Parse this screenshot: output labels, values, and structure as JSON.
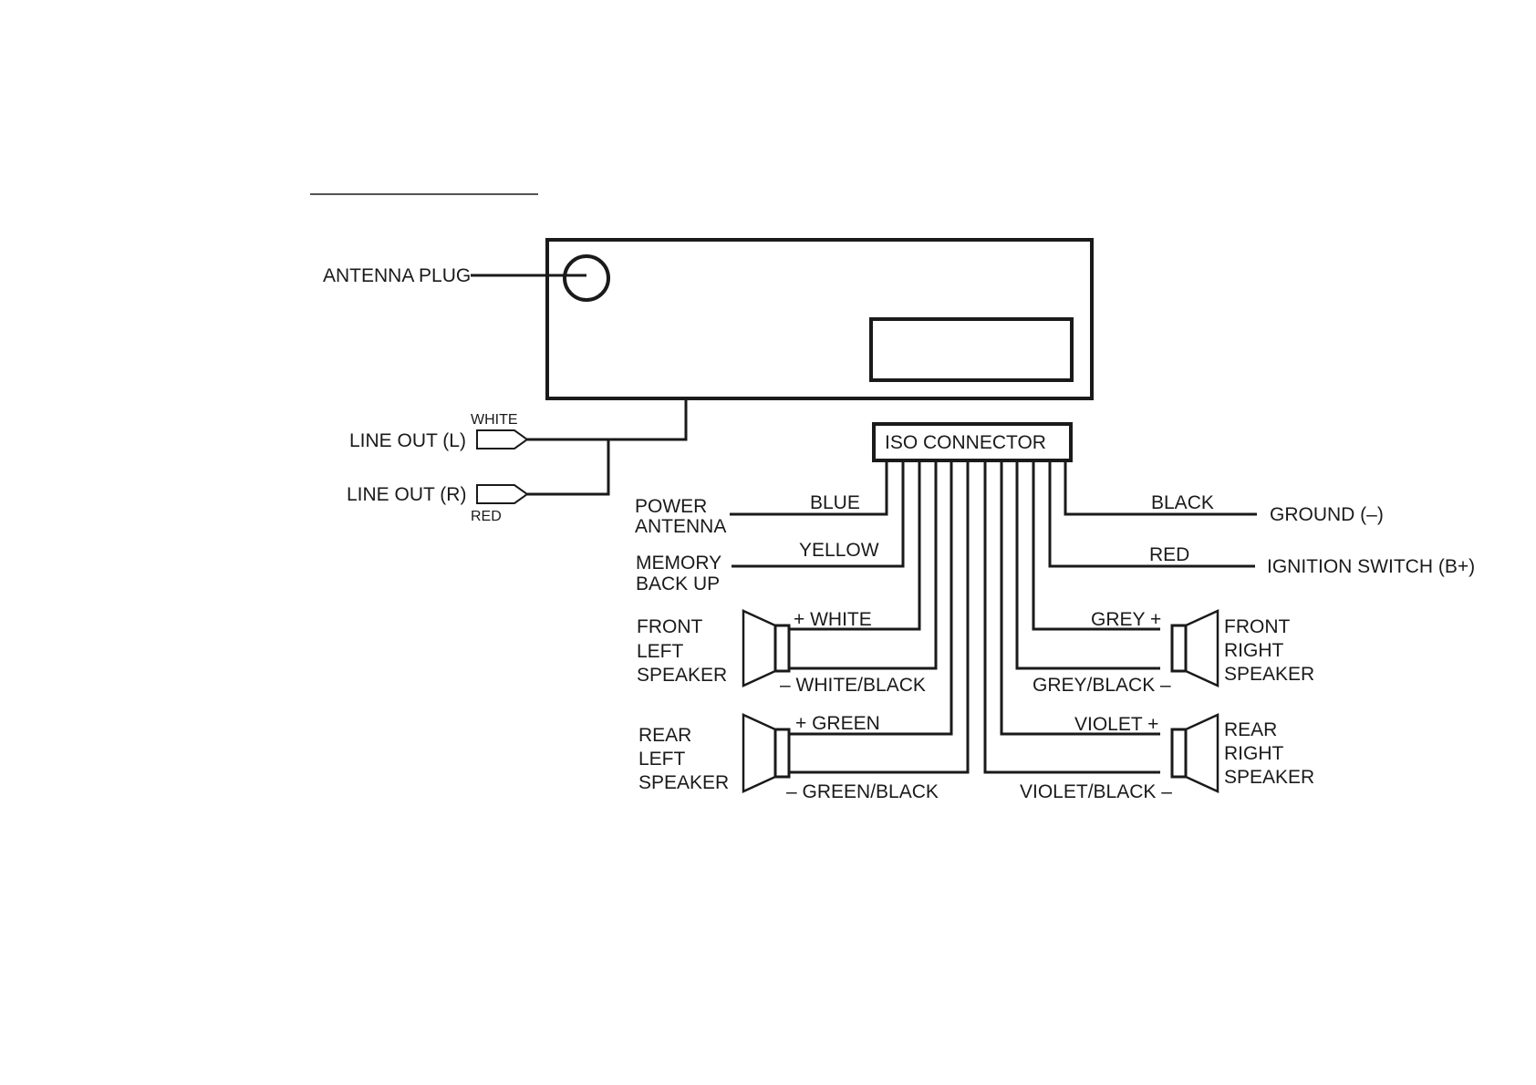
{
  "labels": {
    "antenna_plug": "ANTENNA PLUG",
    "line_out_l": "LINE OUT (L)",
    "line_out_r": "LINE OUT (R)",
    "white": "WHITE",
    "red_small": "RED",
    "iso_connector": "ISO CONNECTOR",
    "power": "POWER",
    "antenna": "ANTENNA",
    "memory": "MEMORY",
    "back_up": "BACK UP",
    "blue": "BLUE",
    "yellow": "YELLOW",
    "black": "BLACK",
    "ground": "GROUND (–)",
    "red": "RED",
    "ignition": "IGNITION SWITCH (B+)",
    "fl_line1": "FRONT",
    "fl_line2": "LEFT",
    "fl_line3": "SPEAKER",
    "rl_line1": "REAR",
    "rl_line2": "LEFT",
    "rl_line3": "SPEAKER",
    "fr_line1": "FRONT",
    "fr_line2": "RIGHT",
    "fr_line3": "SPEAKER",
    "rr_line1": "REAR",
    "rr_line2": "RIGHT",
    "rr_line3": "SPEAKER",
    "white_plus": "+ WHITE",
    "white_black": "– WHITE/BLACK",
    "green_plus": "+ GREEN",
    "green_black": "– GREEN/BLACK",
    "grey_plus": "GREY +",
    "grey_black": "GREY/BLACK –",
    "violet_plus": "VIOLET +",
    "violet_black": "VIOLET/BLACK –"
  }
}
